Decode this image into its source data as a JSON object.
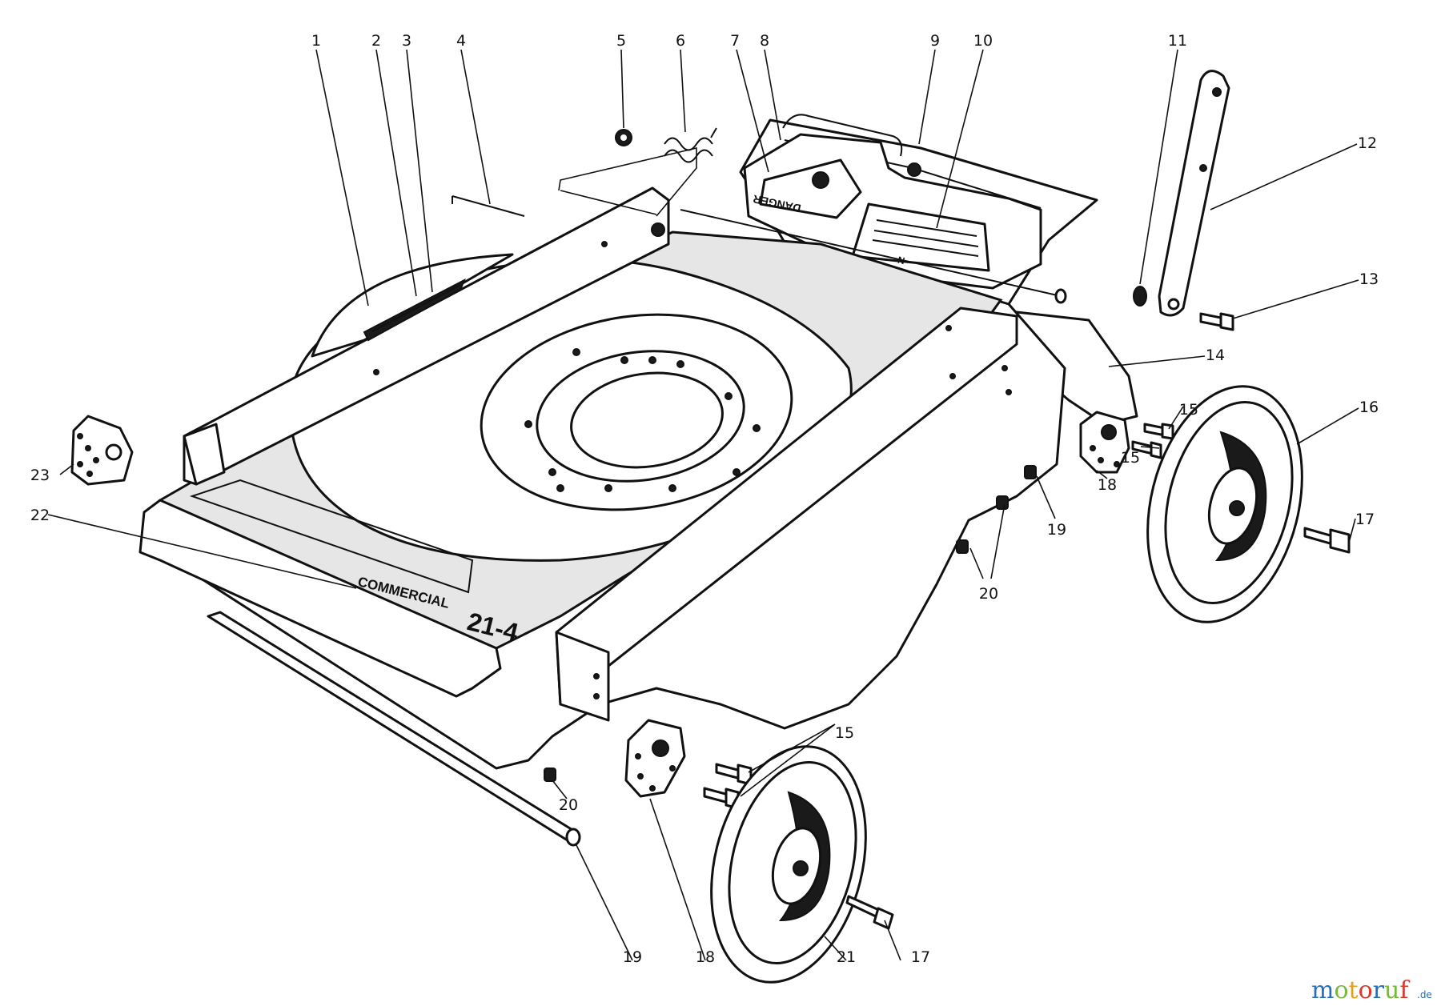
{
  "diagram": {
    "callouts": [
      "1",
      "2",
      "3",
      "4",
      "5",
      "6",
      "7",
      "8",
      "9",
      "10",
      "11",
      "12",
      "13",
      "14",
      "15",
      "15",
      "15",
      "16",
      "17",
      "17",
      "18",
      "18",
      "19",
      "19",
      "20",
      "20",
      "21",
      "22",
      "23"
    ],
    "decals": {
      "model_word": "COMMERCIAL",
      "model_number": "21-4",
      "danger_word": "DANGER",
      "label_fragment": "N"
    }
  },
  "watermark": {
    "colors": {
      "m": "#2a6fb5",
      "o": "#7ab83c",
      "t": "#e0a020",
      "o2": "#d63a2f",
      "r": "#2a6fb5",
      "u": "#7ab83c",
      "f": "#d63a2f"
    },
    "letters": [
      "m",
      "o",
      "t",
      "o",
      "r",
      "u",
      "f"
    ],
    "suffix": ".de"
  }
}
